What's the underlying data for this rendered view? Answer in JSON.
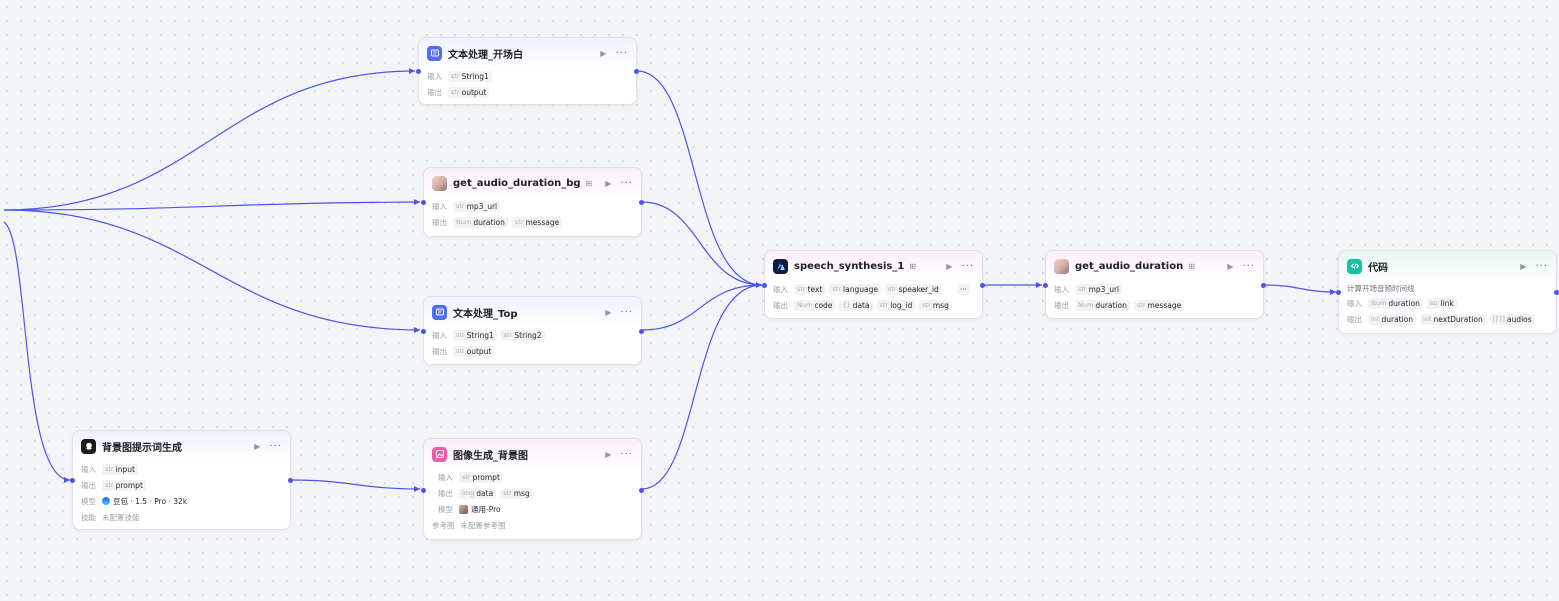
{
  "nodes": {
    "n1": {
      "title": "文本处理_开场白",
      "in_label": "输入",
      "out_label": "输出",
      "inputs": [
        {
          "t": "str",
          "name": "String1"
        }
      ],
      "outputs": [
        {
          "t": "str",
          "name": "output"
        }
      ]
    },
    "n2": {
      "title": "get_audio_duration_bg",
      "in_label": "输入",
      "out_label": "输出",
      "inputs": [
        {
          "t": "str",
          "name": "mp3_url"
        }
      ],
      "outputs": [
        {
          "t": "Num",
          "name": "duration"
        },
        {
          "t": "str",
          "name": "message"
        }
      ]
    },
    "n3": {
      "title": "文本处理_Top",
      "in_label": "输入",
      "out_label": "输出",
      "inputs": [
        {
          "t": "str",
          "name": "String1"
        },
        {
          "t": "str",
          "name": "String2"
        }
      ],
      "outputs": [
        {
          "t": "str",
          "name": "output"
        }
      ]
    },
    "n4": {
      "title": "背景图提示词生成",
      "in_label": "输入",
      "out_label": "输出",
      "model_label": "模型",
      "skill_label": "技能",
      "inputs": [
        {
          "t": "str",
          "name": "input"
        }
      ],
      "outputs": [
        {
          "t": "str",
          "name": "prompt"
        }
      ],
      "model": "豆包 · 1.5 · Pro · 32k",
      "skill": "未配置技能"
    },
    "n5": {
      "title": "图像生成_背景图",
      "in_label": "输入",
      "out_label": "输出",
      "model_label": "模型",
      "ref_label": "参考图",
      "inputs": [
        {
          "t": "str",
          "name": "prompt"
        }
      ],
      "outputs": [
        {
          "t": "img",
          "name": "data"
        },
        {
          "t": "str",
          "name": "msg"
        }
      ],
      "model": "通用-Pro",
      "ref": "未配置参考图"
    },
    "n6": {
      "title": "speech_synthesis_1",
      "in_label": "输入",
      "out_label": "输出",
      "inputs": [
        {
          "t": "str",
          "name": "text"
        },
        {
          "t": "str",
          "name": "language"
        },
        {
          "t": "str",
          "name": "speaker_id"
        }
      ],
      "outputs": [
        {
          "t": "Num",
          "name": "code"
        },
        {
          "t": "{}",
          "name": "data"
        },
        {
          "t": "str",
          "name": "log_id"
        },
        {
          "t": "str",
          "name": "msg"
        }
      ]
    },
    "n7": {
      "title": "get_audio_duration",
      "in_label": "输入",
      "out_label": "输出",
      "inputs": [
        {
          "t": "str",
          "name": "mp3_url"
        }
      ],
      "outputs": [
        {
          "t": "Num",
          "name": "duration"
        },
        {
          "t": "str",
          "name": "message"
        }
      ]
    },
    "n8": {
      "title": "代码",
      "desc": "计算开场音频时间线",
      "in_label": "输入",
      "out_label": "输出",
      "inputs": [
        {
          "t": "Num",
          "name": "duration"
        },
        {
          "t": "str",
          "name": "link"
        }
      ],
      "outputs": [
        {
          "t": "int",
          "name": "duration"
        },
        {
          "t": "int",
          "name": "nextDuration"
        },
        {
          "t": "[] []",
          "name": "audios"
        }
      ]
    }
  },
  "icons": {
    "run": "play-icon",
    "more": "more-icon",
    "plugin": "plugin-badge-icon"
  },
  "colors": {
    "edge": "#4d53e8",
    "accent": "#4e6ef2"
  }
}
